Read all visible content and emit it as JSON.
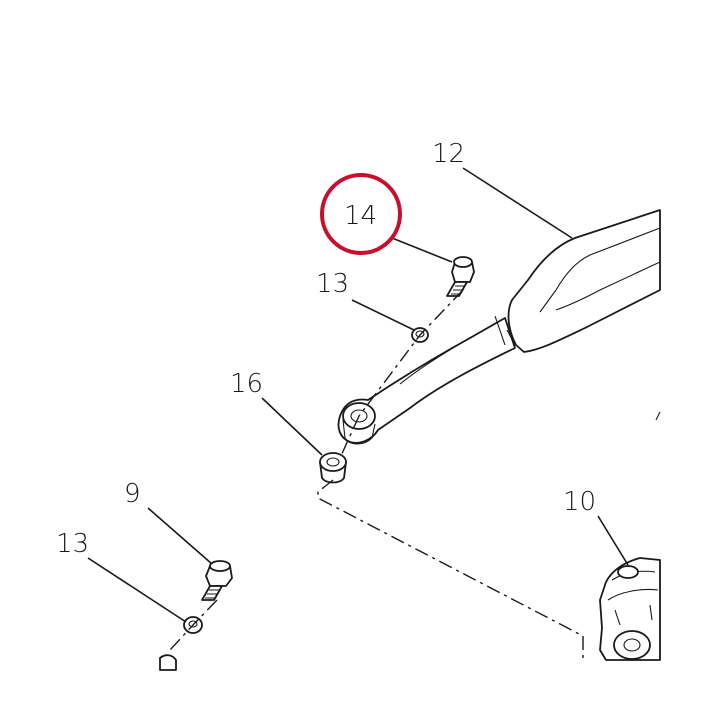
{
  "callouts": [
    {
      "id": "c12",
      "text": "12"
    },
    {
      "id": "c14",
      "text": "14"
    },
    {
      "id": "c13a",
      "text": "13"
    },
    {
      "id": "c16",
      "text": "16"
    },
    {
      "id": "c9",
      "text": "9"
    },
    {
      "id": "c13b",
      "text": "13"
    },
    {
      "id": "c10",
      "text": "10"
    }
  ],
  "highlight_color": "#c8102e"
}
